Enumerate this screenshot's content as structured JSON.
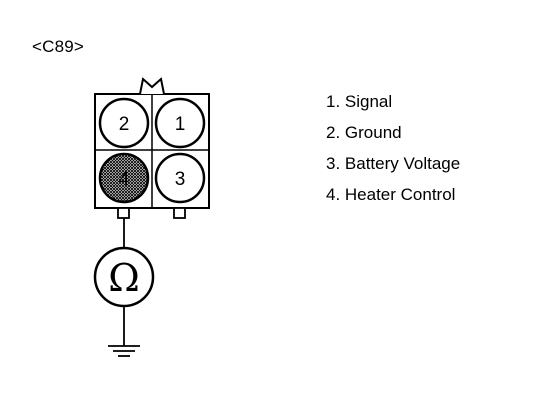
{
  "connector": {
    "id_label": "<C89>"
  },
  "pins": [
    {
      "number": "1",
      "name": "Signal"
    },
    {
      "number": "2",
      "name": "Ground"
    },
    {
      "number": "3",
      "name": "Battery Voltage"
    },
    {
      "number": "4",
      "name": "Heater Control"
    }
  ],
  "legend": [
    "1. Signal",
    "2. Ground",
    "3. Battery Voltage",
    "4. Heater Control"
  ],
  "meter": {
    "symbol": "Ω",
    "icon": "ohmmeter-icon"
  },
  "ground": {
    "icon": "ground-symbol-icon"
  }
}
